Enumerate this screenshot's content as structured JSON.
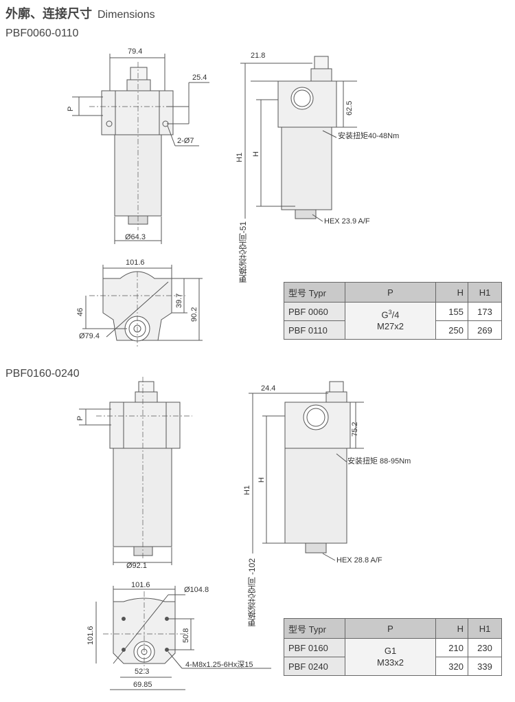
{
  "title": {
    "cn": "外廓、连接尺寸",
    "en": "Dimensions"
  },
  "sections": [
    {
      "name": "PBF0060-0110",
      "front": {
        "width": "79.4",
        "offset": "25.4",
        "port": "P",
        "holes": "2-Ø7",
        "bowl_dia": "Ø64.3"
      },
      "side": {
        "top_offset": "21.8",
        "block_height": "62.5",
        "h1": "H1",
        "h": "H",
        "torque": "安装扭矩40-48Nm",
        "hex": "HEX 23.9 A/F",
        "service": "更换滤芯空间-51"
      },
      "top": {
        "width": "101.6",
        "left_h": "46",
        "mid_h": "39.7",
        "total_h": "90.2",
        "dia": "Ø79.4"
      },
      "table": {
        "headers": [
          "型号 Typr",
          "P",
          "H",
          "H1"
        ],
        "p_line1_base": "G",
        "p_line1_sup": "3",
        "p_line1_rest": "/4",
        "p_line2": "M27x2",
        "rows": [
          {
            "type": "PBF 0060",
            "h": "155",
            "h1": "173"
          },
          {
            "type": "PBF 0110",
            "h": "250",
            "h1": "269"
          }
        ]
      }
    },
    {
      "name": "PBF0160-0240",
      "front": {
        "port": "P",
        "bowl_dia": "Ø92.1"
      },
      "side": {
        "top_offset": "24.4",
        "block_height": "75.2",
        "h1": "H1",
        "h": "H",
        "torque": "安装扭矩 88-95Nm",
        "hex": "HEX 28.8 A/F",
        "service": "更换滤芯空间 -102"
      },
      "top": {
        "width": "101.6",
        "dia": "Ø104.8",
        "height": "101.6",
        "hole_spacing_v": "50.8",
        "hole_spacing_h": "52.3",
        "outer": "69.85",
        "threads": "4-M8x1.25-6Hx深15"
      },
      "table": {
        "headers": [
          "型号 Typr",
          "P",
          "H",
          "H1"
        ],
        "p_line1": "G1",
        "p_line2": "M33x2",
        "rows": [
          {
            "type": "PBF 0160",
            "h": "210",
            "h1": "230"
          },
          {
            "type": "PBF 0240",
            "h": "320",
            "h1": "339"
          }
        ]
      }
    }
  ]
}
